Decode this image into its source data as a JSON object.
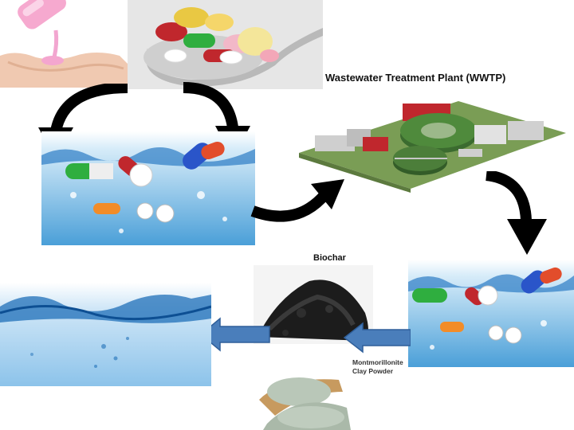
{
  "labels": {
    "wwtp_title": "Wastewater Treatment Plant (WWTP)",
    "biochar": "Biochar",
    "clay_line1": "Montmorillonite",
    "clay_line2": "Clay Powder"
  },
  "colors": {
    "water_dark": "#1f6fb8",
    "water_light": "#cfe6f7",
    "arrow_black": "#000000",
    "arrow_blue": "#4a7ebb",
    "plant_green": "#3b6b2f"
  },
  "icons": [
    "lotion-hand",
    "pills-spoon",
    "pills-in-water",
    "wastewater-plant",
    "biochar-pile",
    "clay-powder-scoop",
    "clean-water"
  ]
}
